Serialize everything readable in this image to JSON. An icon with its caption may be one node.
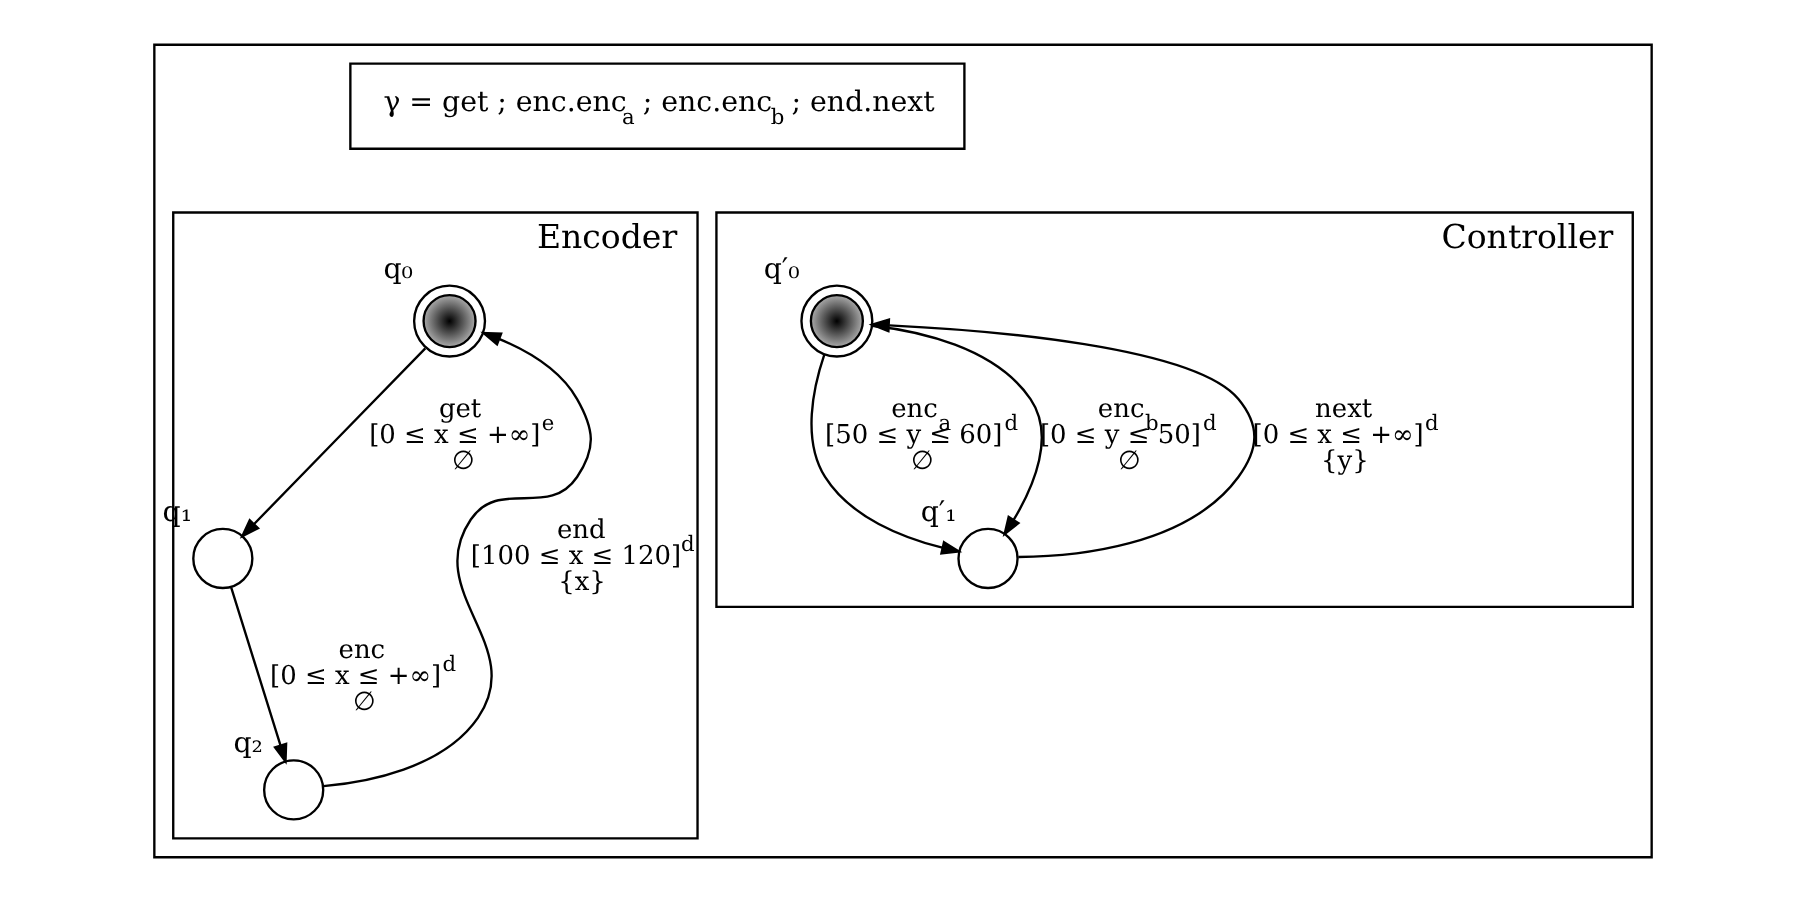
{
  "diagram": {
    "nodes": [
      {
        "text": [],
        "shape": "box"
      },
      {
        "text": [
          "γ = get ; enc.enc$_{a}$ ; enc.enc$_{b}$ ; end.next"
        ],
        "in": 0
      },
      {
        "text": [
          "Encoder"
        ],
        "in": 0
      },
      {
        "text": [],
        "shape": "circle",
        "beside": [
          "q₀"
        ],
        "in": 2
      },
      {
        "text": [],
        "shape": "circle",
        "beside": [
          "q₁"
        ],
        "in": 2
      },
      {
        "text": [],
        "shape": "circle",
        "beside": [
          "q₂"
        ],
        "in": 2
      },
      {
        "text": [
          "Controller"
        ],
        "in": 0
      },
      {
        "text": [],
        "shape": "circle",
        "beside": [
          "q′₀"
        ],
        "in": 6
      },
      {
        "text": [],
        "shape": "circle",
        "beside": [
          "q′₁"
        ],
        "in": 6
      }
    ],
    "edges": [
      {
        "from": 3,
        "to": 4,
        "arrow": "to",
        "label": "get [0 ≤ x ≤ +∞]$^{e}$ ∅"
      },
      {
        "from": 4,
        "to": 5,
        "arrow": "to",
        "label": "enc [0 ≤ x ≤ +∞]$^{d}$ ∅"
      },
      {
        "from": 5,
        "to": 3,
        "arrow": "to",
        "label": "end [100 ≤ x ≤ 120]$^{d}$ {x}"
      },
      {
        "from": 7,
        "to": 8,
        "arrow": "to",
        "label": "enc$_{a}$ [50 ≤ y ≤ 60]$^{d}$ ∅"
      },
      {
        "from": 7,
        "to": 8,
        "arrow": "to",
        "label": "enc$_{b}$ [0 ≤ y ≤ 50]$^{d}$ ∅"
      },
      {
        "from": 8,
        "to": 7,
        "arrow": "to",
        "label": "next [0 ≤ x ≤ +∞]$^{d}$ {y}"
      }
    ]
  }
}
